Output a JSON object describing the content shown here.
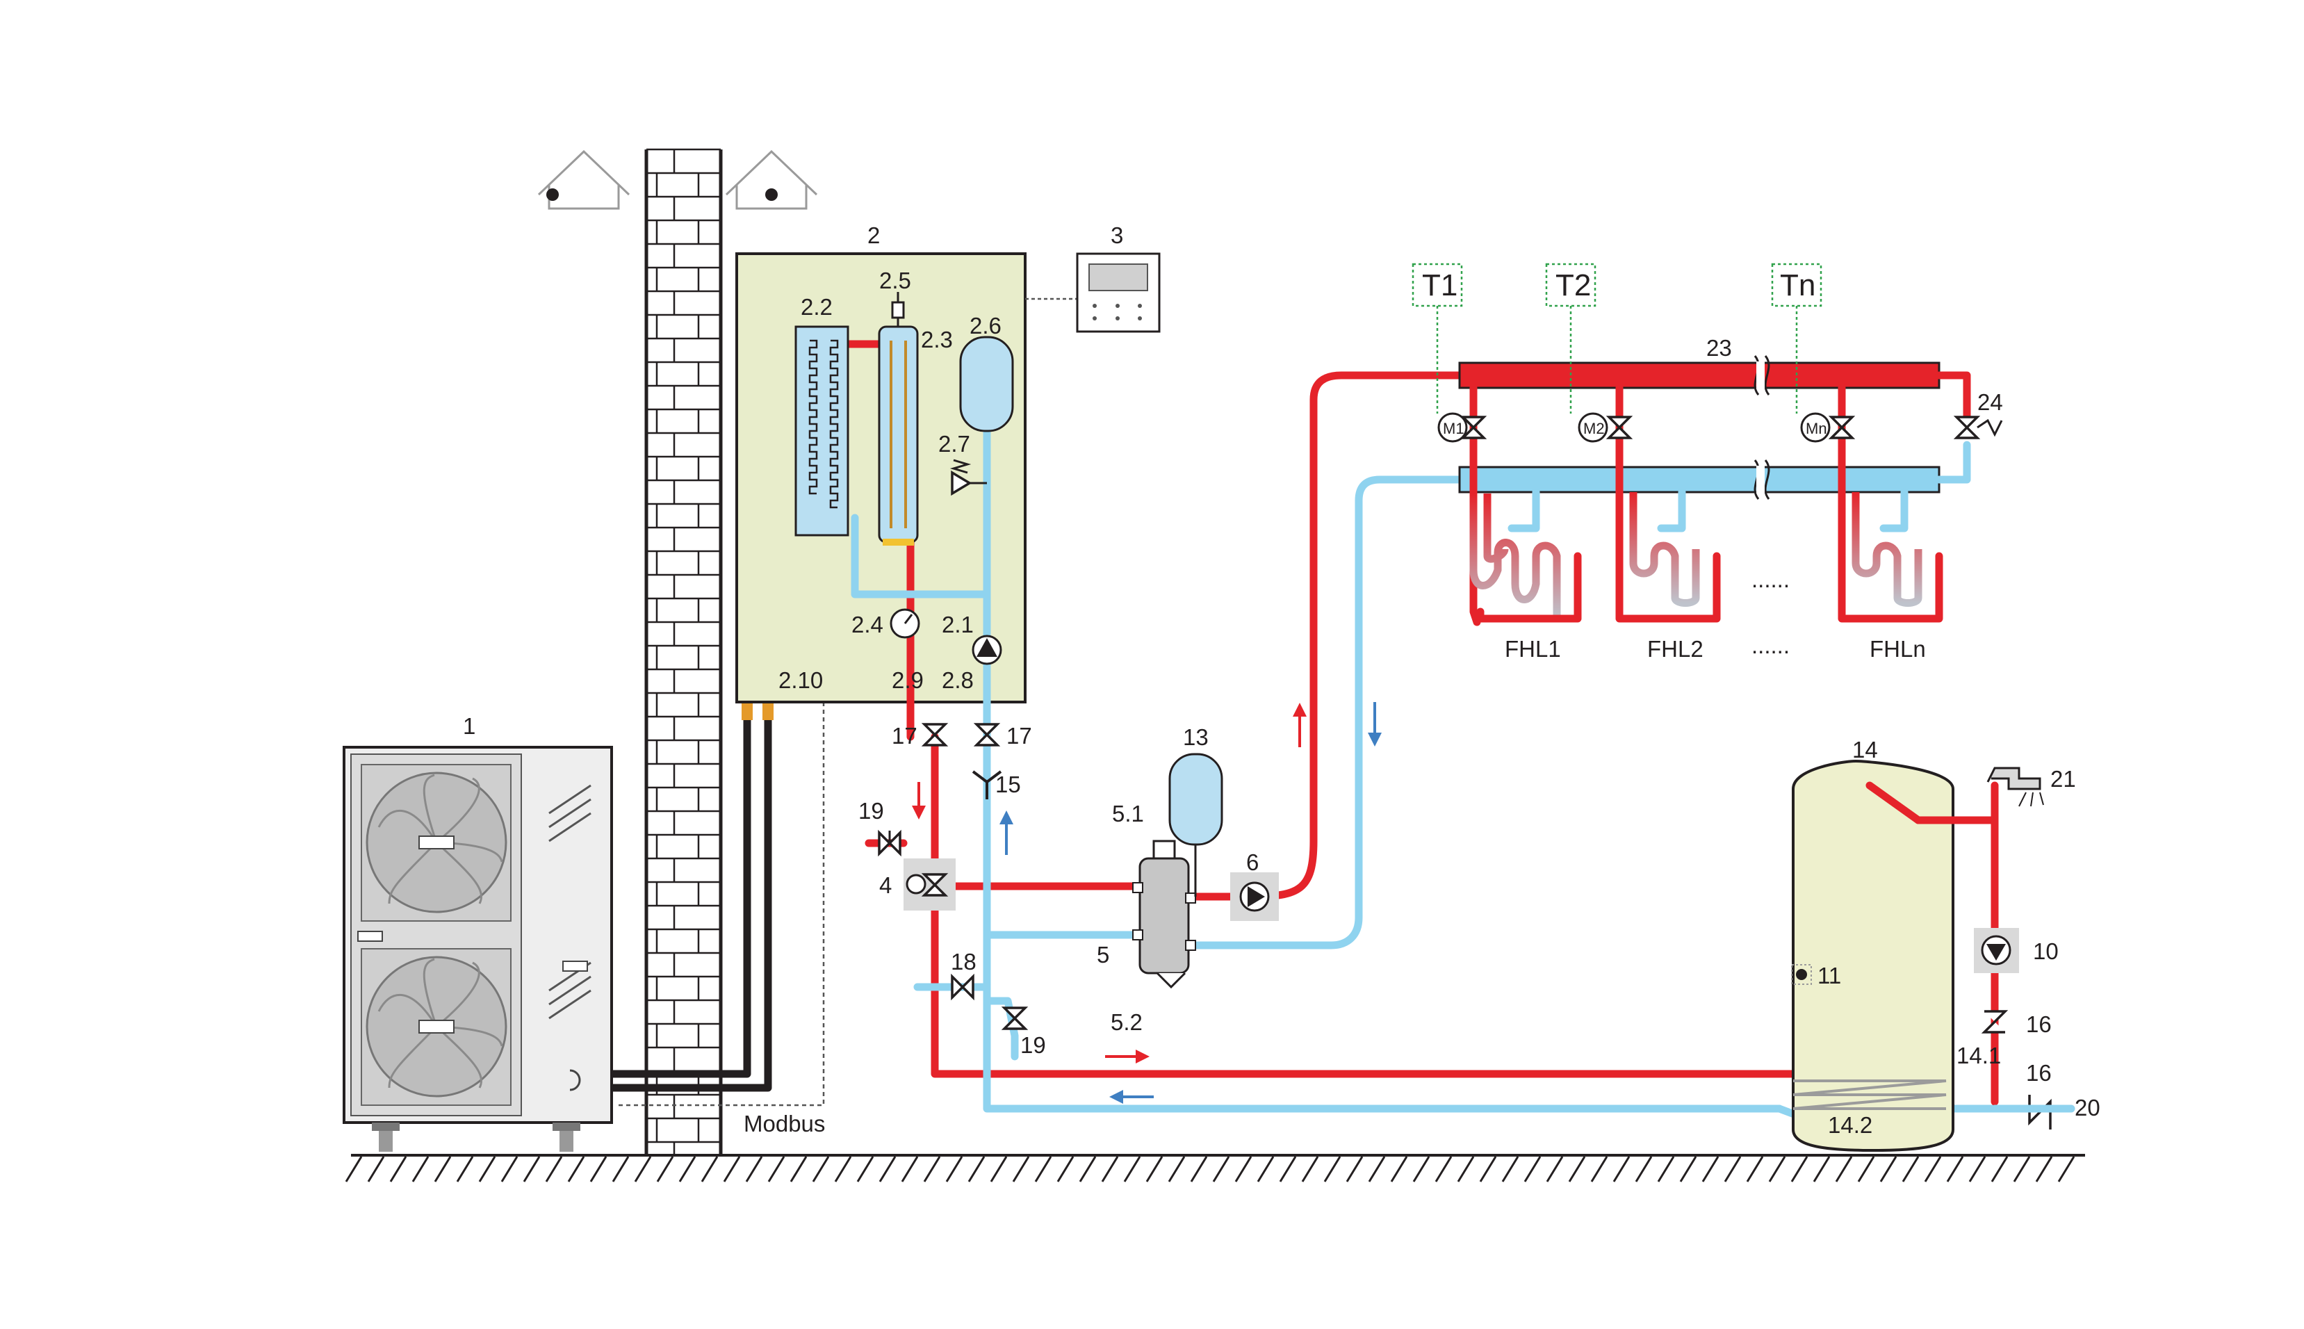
{
  "labels": {
    "outdoor_unit": "1",
    "hydro_box": "2",
    "controller": "3",
    "three_way_valve": "4",
    "balance_tank": "5",
    "air_vent": "5.1",
    "drain": "5.2",
    "pump_c": "6",
    "dhw_pump": "10",
    "tank_sensor": "11",
    "expansion_vessel": "13",
    "dhw_tank": "14",
    "tank_coil_in": "14.1",
    "tank_coil_out": "14.2",
    "filter": "15",
    "check_valve_a": "16",
    "check_valve_b": "16",
    "shutoff_left": "17",
    "shutoff_right": "17",
    "fill_valve": "18",
    "drain_valve_left": "19",
    "drain_valve_bottom": "19",
    "cold_water": "20",
    "hot_tap": "21",
    "manifold": "23",
    "bypass_valve": "24",
    "heat_exchanger": "2.2",
    "backup_heater": "2.3",
    "air_purge": "2.5",
    "expansion_tank": "2.6",
    "safety_valve": "2.7",
    "pressure_gauge": "2.4",
    "pump_i": "2.1",
    "water_in": "2.8",
    "water_out": "2.9",
    "refrigerant": "2.10",
    "modbus": "Modbus",
    "thermostats": [
      "T1",
      "T2",
      "Tn"
    ],
    "motor_valves": [
      "M1",
      "M2",
      "Mn"
    ],
    "floor_loops": [
      "FHL1",
      "FHL2",
      "FHLn"
    ],
    "ellipsis": "......"
  },
  "colors": {
    "hot": "#e5232a",
    "cold": "#8fd3ef",
    "refrigerant": "#231f20",
    "hydrobox_fill": "#e8edcb",
    "tank_fill": "#eef0cd"
  }
}
